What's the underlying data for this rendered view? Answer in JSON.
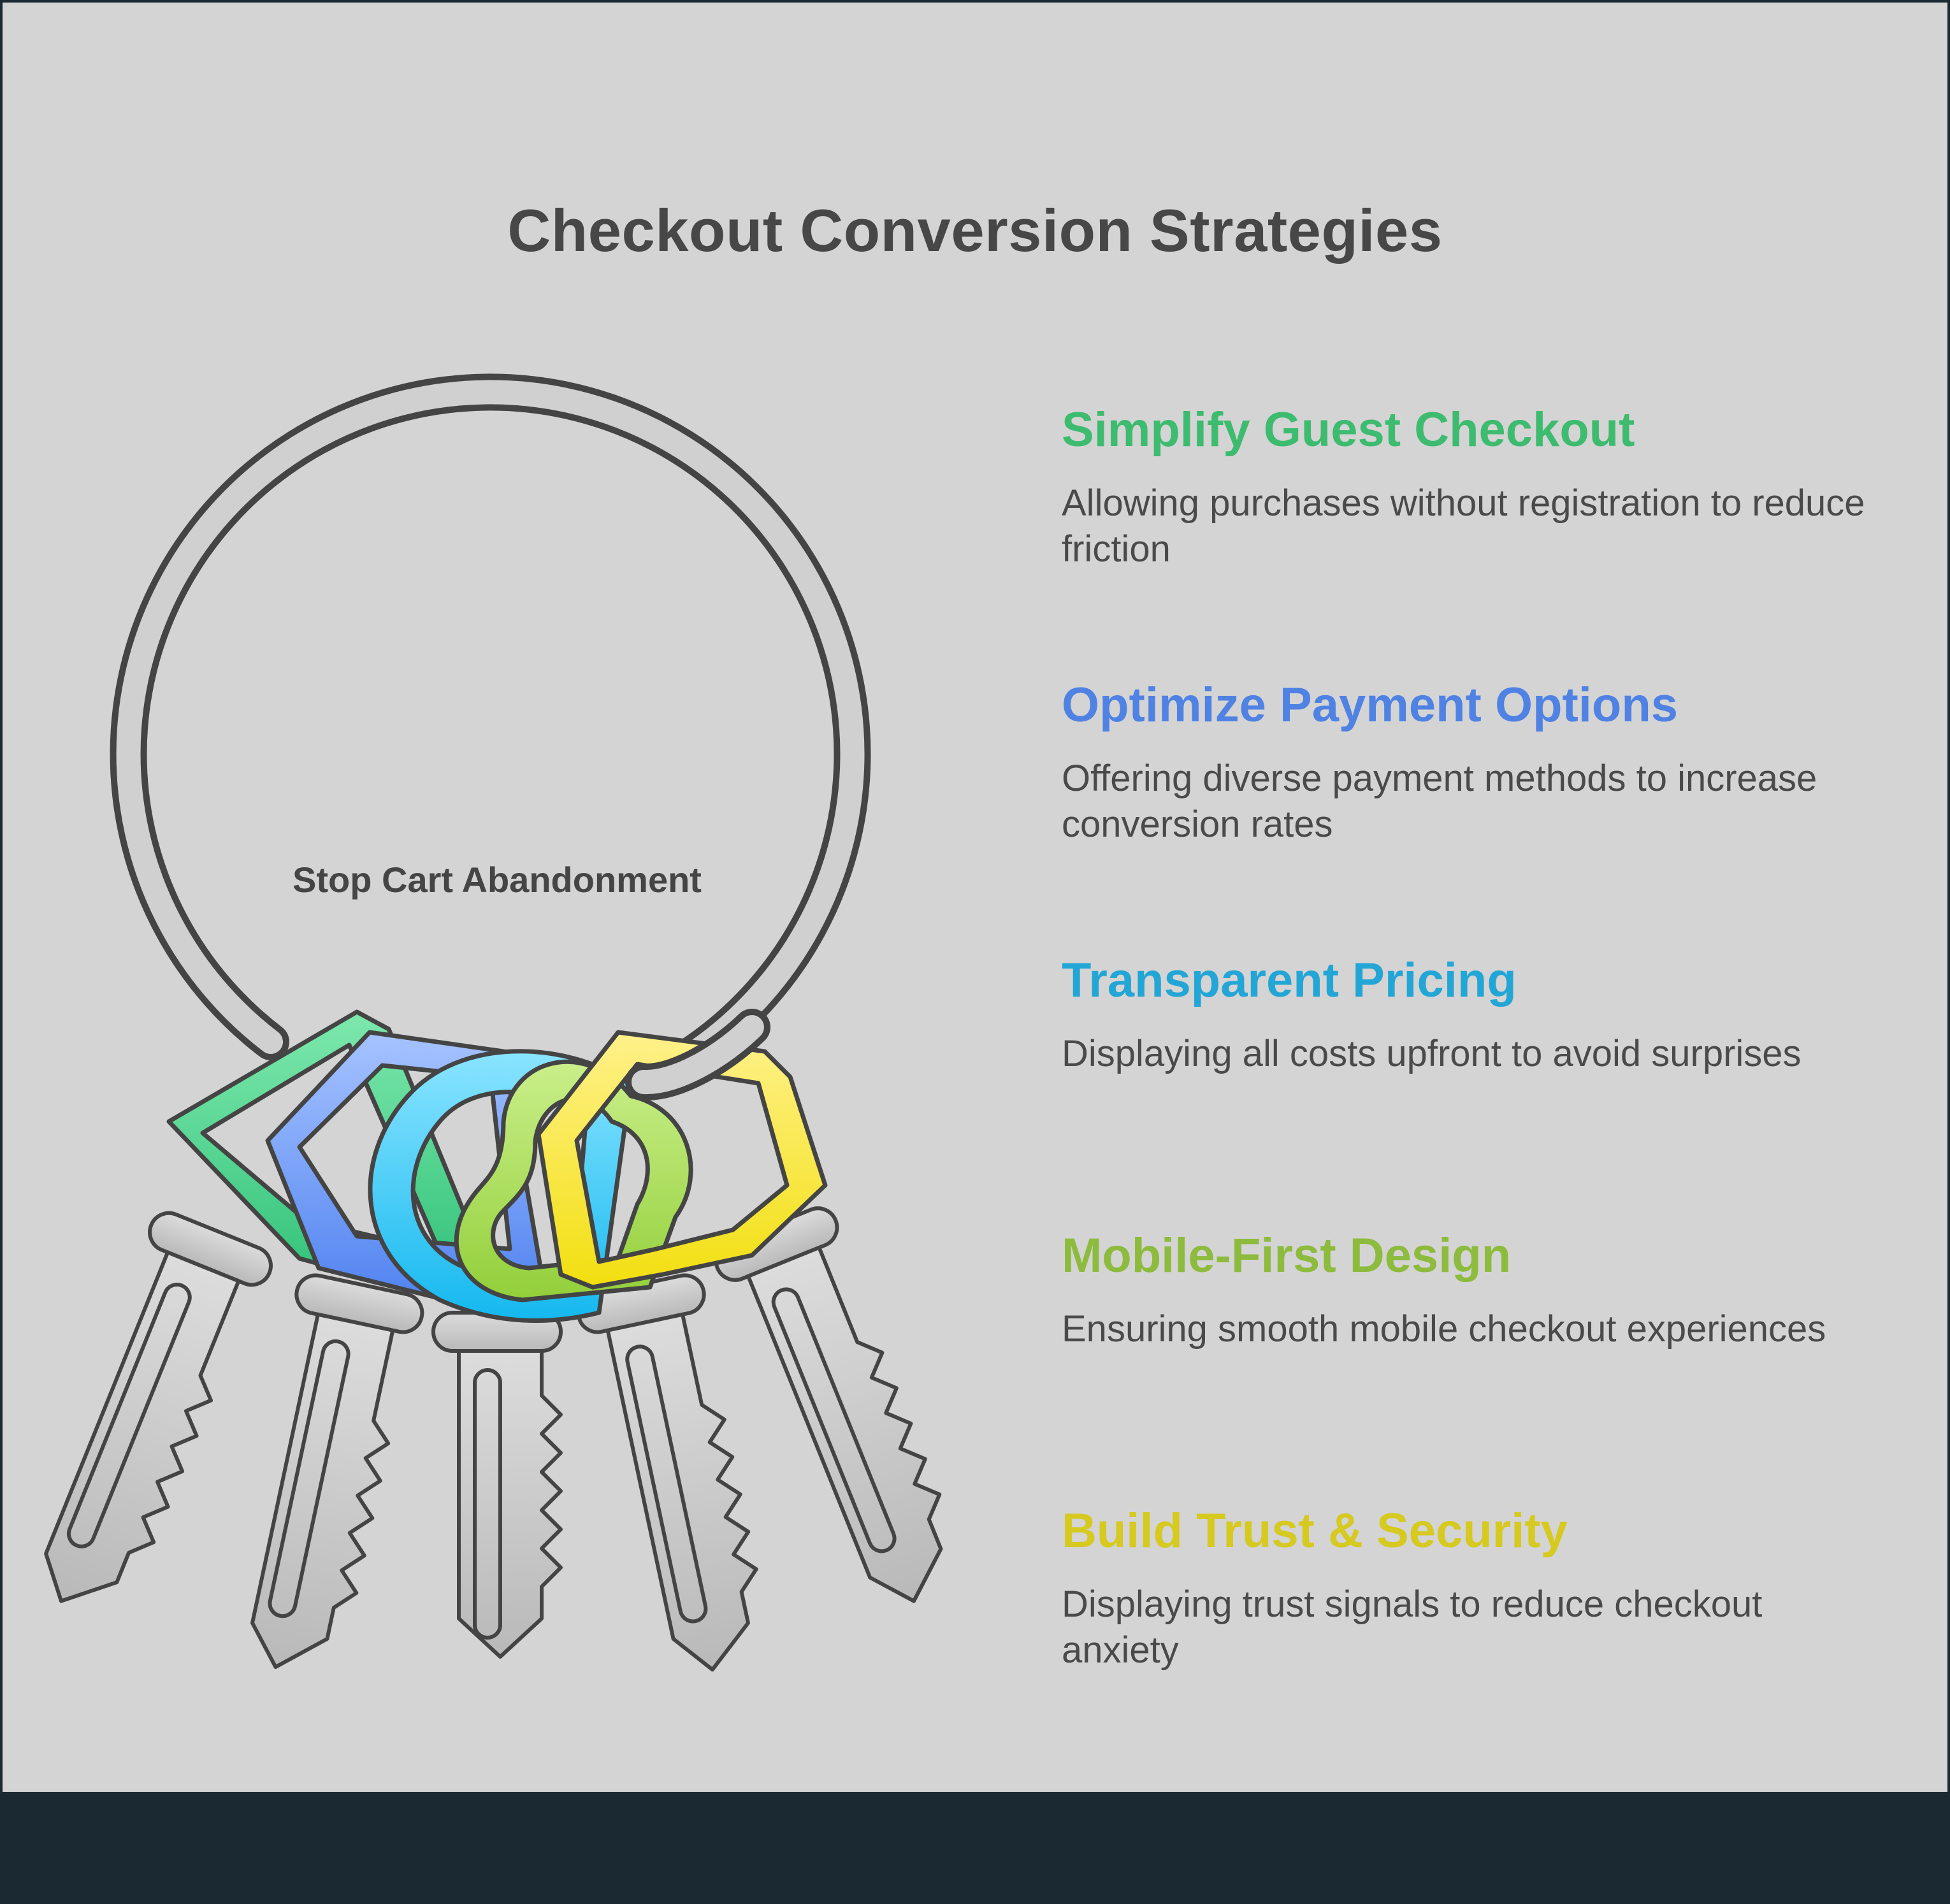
{
  "title": "Checkout Conversion Strategies",
  "center_label": "Stop Cart Abandonment",
  "strategies": [
    {
      "title": "Simplify Guest Checkout",
      "description": "Allowing purchases without registration to reduce friction",
      "color": "#3dbb6f",
      "icon": "green-hexagon-keytag"
    },
    {
      "title": "Optimize Payment Options",
      "description": "Offering diverse payment methods to increase conversion rates",
      "color": "#4f82e3",
      "icon": "blue-pentagon-keytag"
    },
    {
      "title": "Transparent Pricing",
      "description": "Displaying all costs upfront to avoid surprises",
      "color": "#23a6d5",
      "icon": "cyan-round-keytag"
    },
    {
      "title": "Mobile-First Design",
      "description": "Ensuring smooth mobile checkout experiences",
      "color": "#8dbb3d",
      "icon": "lime-heart-keytag"
    },
    {
      "title": "Build Trust & Security",
      "description": "Displaying trust signals to reduce checkout anxiety",
      "color": "#d6c91f",
      "icon": "yellow-octagon-keytag"
    }
  ],
  "colors": {
    "background": "#d4d4d4",
    "footer": "#1b2a32",
    "outline": "#444444",
    "key_metal": "#c9c9c9"
  }
}
